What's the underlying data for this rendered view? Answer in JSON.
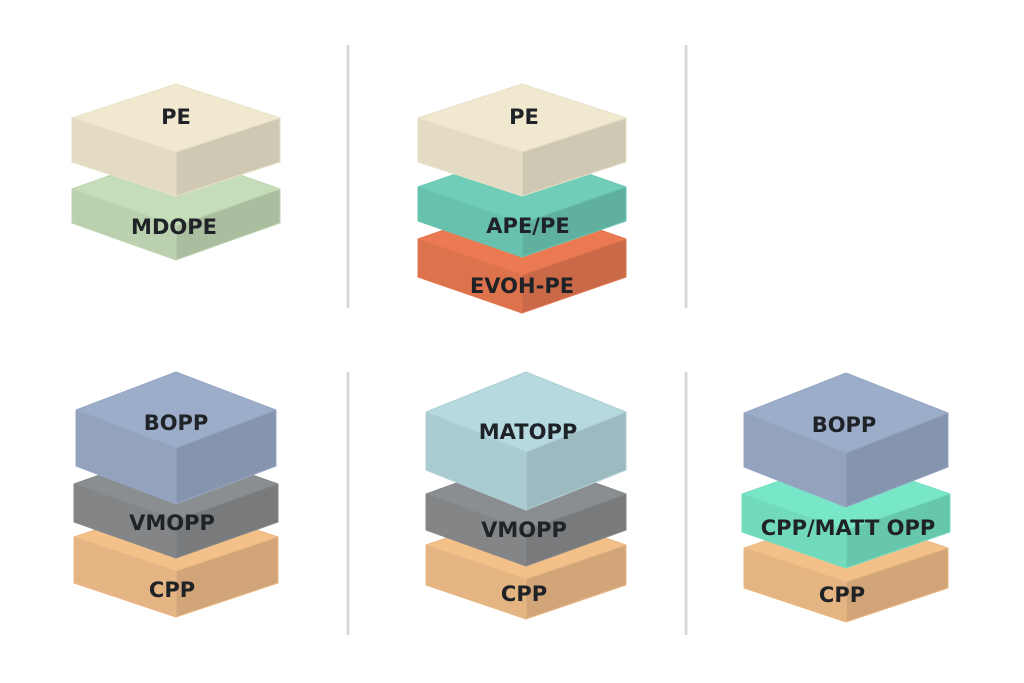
{
  "stacks": [
    {
      "name": "pe-mdope",
      "layers": [
        {
          "label": "PE",
          "color": "#F1E9CF"
        },
        {
          "label": "MDOPE",
          "color": "#C6DDB9"
        }
      ]
    },
    {
      "name": "pe-ape-evoh",
      "layers": [
        {
          "label": "PE",
          "color": "#F1E9CF"
        },
        {
          "label": "APE/PE",
          "color": "#6FCDB8"
        },
        {
          "label": "EVOH-PE",
          "color": "#EB7A52"
        }
      ]
    },
    {
      "name": "bopp-vmopp-cpp",
      "layers": [
        {
          "label": "BOPP",
          "color": "#9CADCA"
        },
        {
          "label": "VMOPP",
          "color": "#8B8E90"
        },
        {
          "label": "CPP",
          "color": "#F3C08A"
        }
      ]
    },
    {
      "name": "matopp-vmopp-cpp",
      "layers": [
        {
          "label": "MATOPP",
          "color": "#B6D8DF"
        },
        {
          "label": "VMOPP",
          "color": "#8B8E90"
        },
        {
          "label": "CPP",
          "color": "#F3C08A"
        }
      ]
    },
    {
      "name": "bopp-cppmatt-cpp",
      "layers": [
        {
          "label": "BOPP",
          "color": "#9CADCA"
        },
        {
          "label": "CPP/MATT OPP",
          "color": "#78E7C8"
        },
        {
          "label": "CPP",
          "color": "#F3C08A"
        }
      ]
    }
  ],
  "colors": {
    "background": "#FFFFFF",
    "divider": "#D9D9D9",
    "text": "#1F2226"
  }
}
